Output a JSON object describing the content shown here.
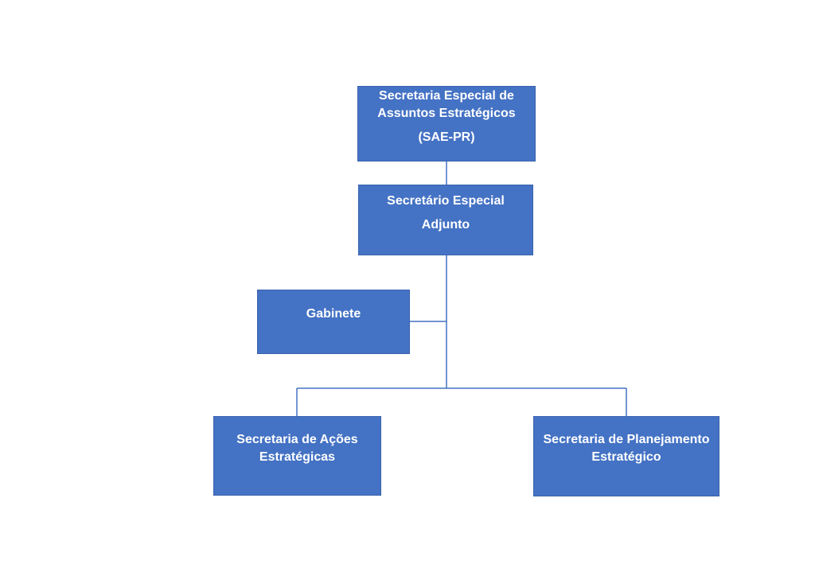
{
  "org_chart": {
    "top": {
      "line1": "Secretaria Especial de",
      "line2": "Assuntos Estratégicos",
      "line3": "(SAE-PR)"
    },
    "deputy": {
      "line1": "Secretário Especial",
      "line2": "Adjunto"
    },
    "cabinet": {
      "label": "Gabinete"
    },
    "strategic_actions": {
      "line1": "Secretaria de Ações",
      "line2": "Estratégicas"
    },
    "strategic_planning": {
      "line1": "Secretaria de Planejamento",
      "line2": "Estratégico"
    },
    "colors": {
      "box_fill": "#4472c4",
      "connector": "#4472c4",
      "text": "#ffffff"
    }
  }
}
